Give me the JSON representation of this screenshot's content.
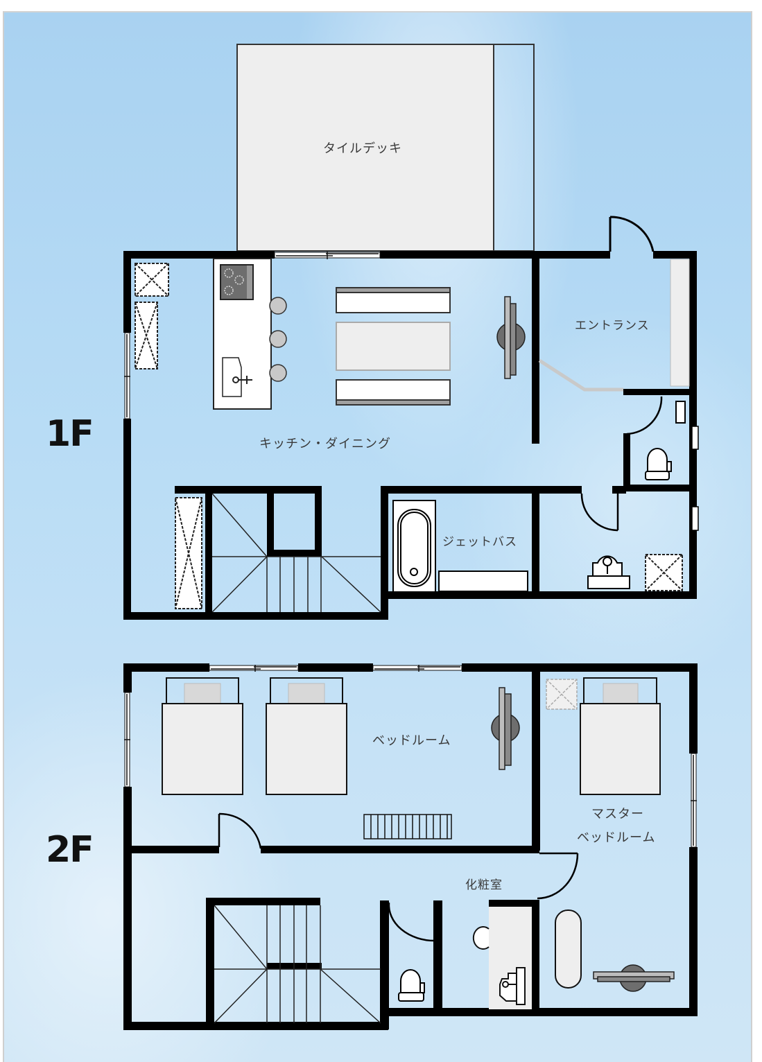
{
  "floors": {
    "first": {
      "label": "1F",
      "rooms": {
        "tile_deck": "タイルデッキ",
        "entrance": "エントランス",
        "kitchen_dining": "キッチン・ダイニング",
        "jet_bath": "ジェットバス"
      }
    },
    "second": {
      "label": "2F",
      "rooms": {
        "bedroom": "ベッドルーム",
        "master_bedroom_line1": "マスター",
        "master_bedroom_line2": "ベッドルーム",
        "powder_room": "化粧室"
      }
    }
  },
  "colors": {
    "wall": "#000000",
    "furniture_fill": "#eeeeee",
    "background": "#b8dcf5",
    "accent_gray": "#7a7a7a"
  }
}
